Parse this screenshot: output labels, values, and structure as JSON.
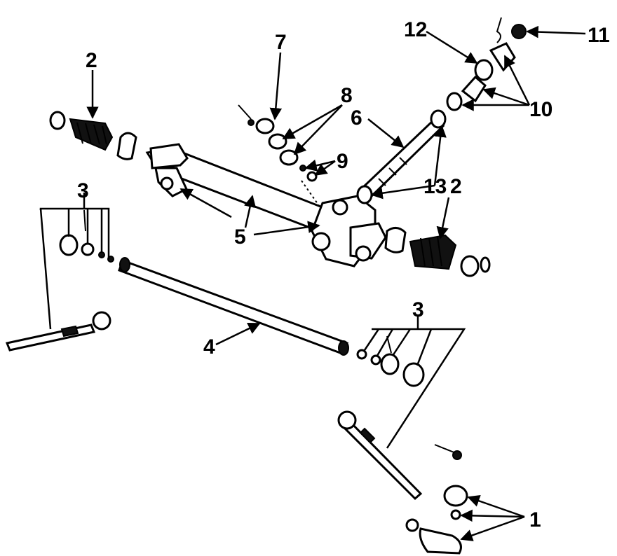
{
  "callouts": {
    "c1": "1",
    "c2a": "2",
    "c2b": "2",
    "c3a": "3",
    "c3b": "3",
    "c4": "4",
    "c5": "5",
    "c6": "6",
    "c7": "7",
    "c8": "8",
    "c9": "9",
    "c10": "10",
    "c11": "11",
    "c12": "12",
    "c13": "13"
  }
}
